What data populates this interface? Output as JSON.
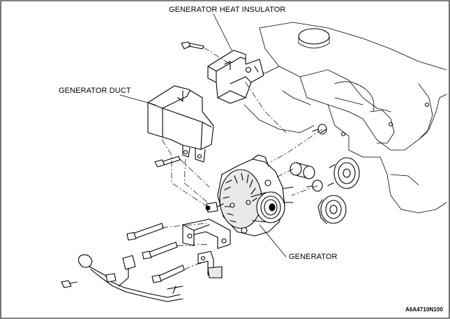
{
  "labels": {
    "heat_insulator": "GENERATOR HEAT INSULATOR",
    "duct": "GENERATOR DUCT",
    "generator": "GENERATOR",
    "figure_code": "A6A4710N100"
  }
}
